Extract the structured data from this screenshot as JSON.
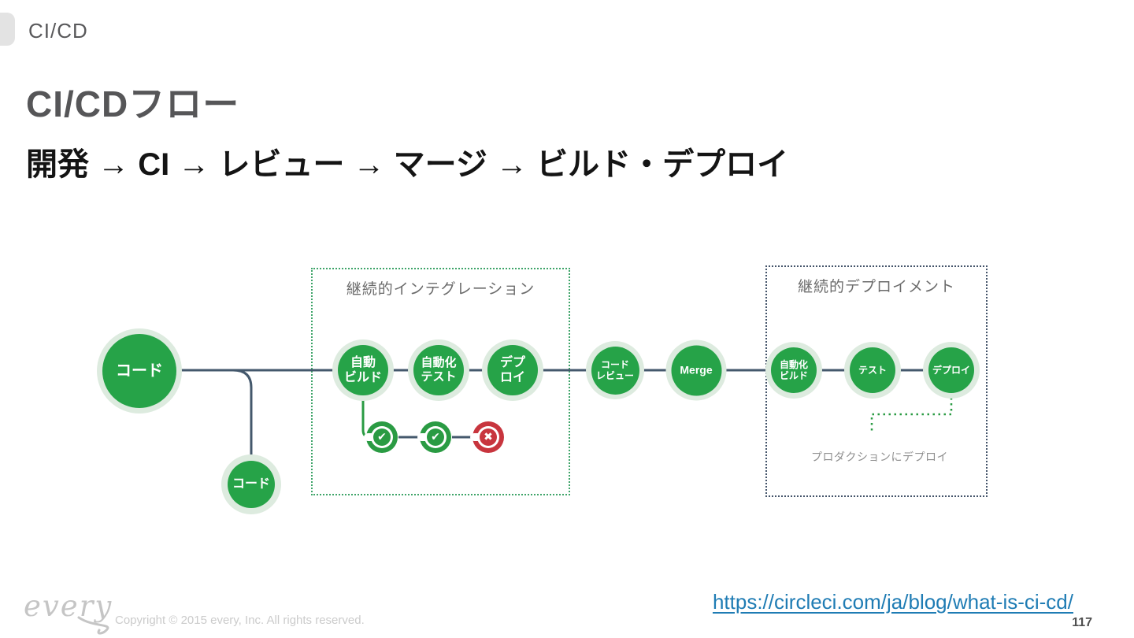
{
  "header": {
    "label": "CI/CD"
  },
  "title": "CI/CDフロー",
  "subtitle": "開発 → CI → レビュー → マージ → ビルド・デプロイ",
  "diagram": {
    "ci_box": {
      "title": "継続的インテグレーション"
    },
    "cd_box": {
      "title": "継続的デプロイメント",
      "note": "プロダクションにデプロイ"
    },
    "nodes": {
      "code1": "コード",
      "code2": "コード",
      "auto_build": "自動\nビルド",
      "auto_test": "自動化\nテスト",
      "deploy_ci": "デプ\nロイ",
      "code_review": "コード\nレビュー",
      "merge": "Merge",
      "auto_build_cd": "自動化\nビルド",
      "test_cd": "テスト",
      "deploy_cd": "デプロイ"
    },
    "status_icons": {
      "pass_glyph": "✔",
      "fail_glyph": "✖",
      "sequence": [
        "pass",
        "pass",
        "fail"
      ]
    },
    "colors": {
      "node_green": "#26a348",
      "node_halo": "#ddebdf",
      "line_navy": "#44586c",
      "ci_border_green": "#3ea469",
      "cd_border_navy": "#44546a",
      "status_green": "#2a9b43",
      "status_red": "#c8353e"
    }
  },
  "footer": {
    "logo_text": "every",
    "copyright": "Copyright © 2015 every, Inc. All rights reserved.",
    "source_link": "https://circleci.com/ja/blog/what-is-ci-cd/",
    "page_number": "117",
    "link_color": "#1f7cb4"
  }
}
